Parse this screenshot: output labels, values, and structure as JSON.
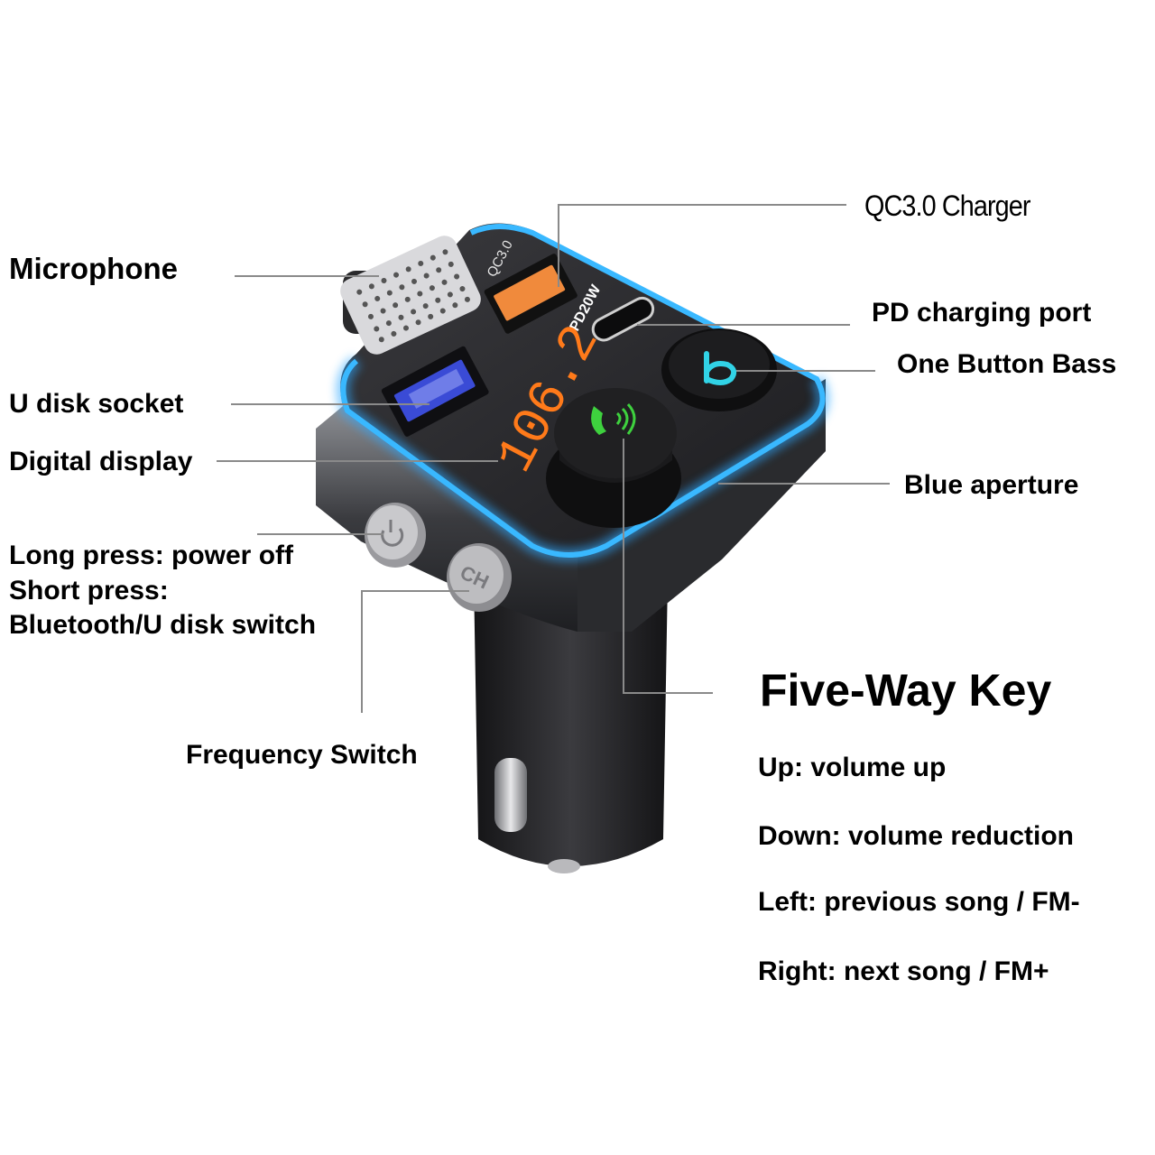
{
  "labels": {
    "qc_charger": "QC3.0 Charger",
    "microphone": "Microphone",
    "pd_port": "PD charging port",
    "bass": "One Button Bass",
    "u_disk": "U disk socket",
    "digital_display": "Digital display",
    "blue_aperture": "Blue aperture",
    "power_long": "Long press: power off",
    "power_short": "Short press:",
    "power_switch": "Bluetooth/U disk switch",
    "frequency_switch": "Frequency Switch"
  },
  "five_way": {
    "title": "Five-Way Key",
    "up": "Up: volume up",
    "down": "Down: volume reduction",
    "left": "Left: previous song / FM-",
    "right": "Right: next song / FM+"
  },
  "device": {
    "display_value": "106.2",
    "port_qc_text": "QC3.0",
    "port_pd_text": "PD20W",
    "ch_button": "CH",
    "colors": {
      "ring": "#2fa8ff",
      "display": "#ff7a1a",
      "usb_qc": "#f08a3c",
      "usb_disk": "#3a4bd6",
      "call_icon": "#3ed13e",
      "bass_icon": "#31d3e6",
      "body": "#2b2b2e"
    }
  }
}
